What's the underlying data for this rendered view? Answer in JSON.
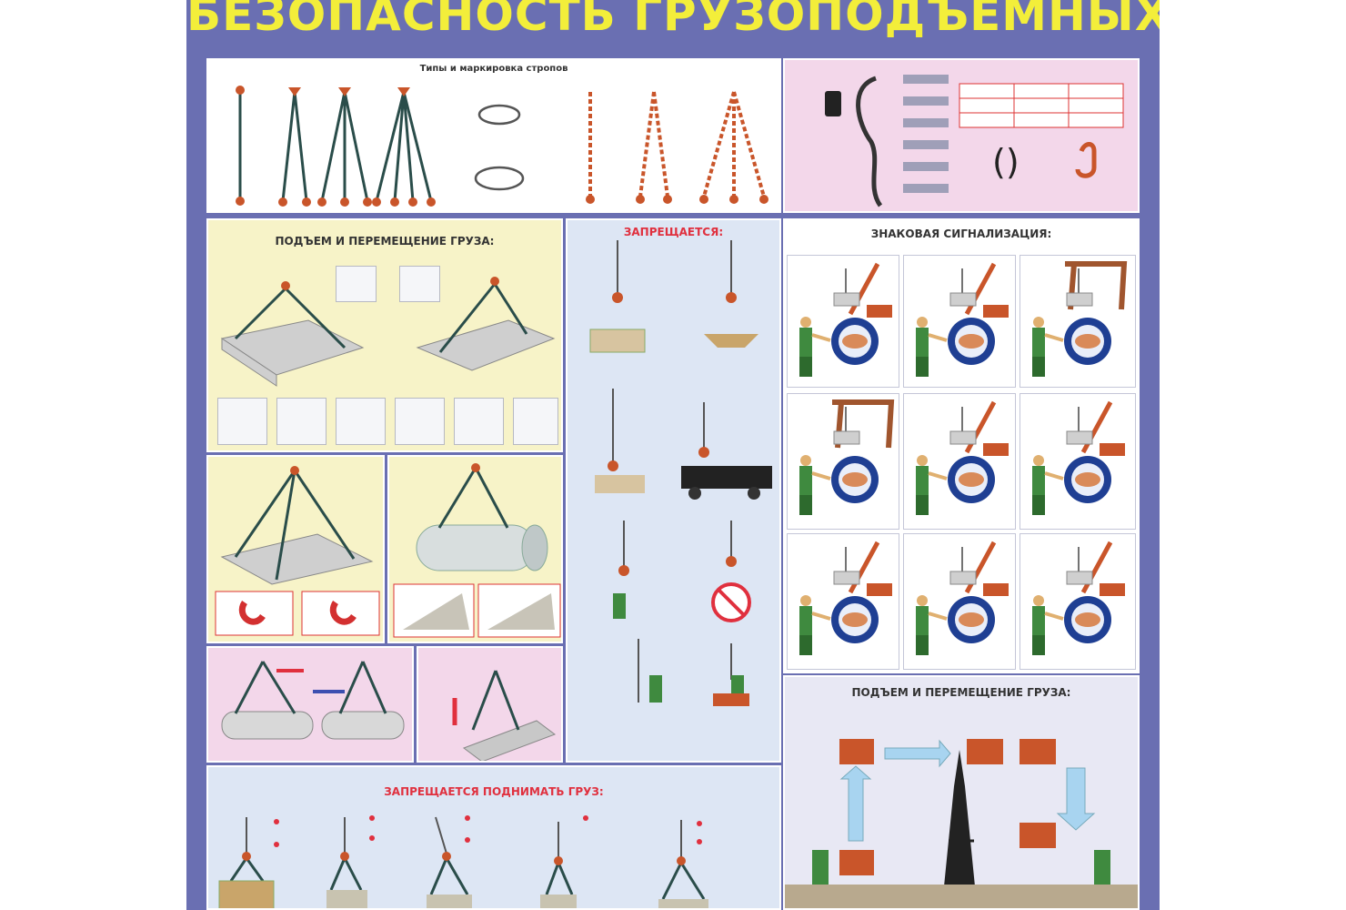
{
  "poster": {
    "title": "БЕЗОПАСНОСТЬ ГРУЗОПОДЪЕМНЫХ РАБОТ",
    "background": "#6a6fb2",
    "title_color": "#f3ee3a"
  },
  "sections": {
    "sling_types": {
      "title": "Типы и маркировка стропов"
    },
    "lifting_top": {
      "title": "ПОДЪЕМ И ПЕРЕМЕЩЕНИЕ ГРУЗА:"
    },
    "prohibited": {
      "title": "ЗАПРЕЩАЕТСЯ:"
    },
    "signals": {
      "title": "ЗНАКОВАЯ СИГНАЛИЗАЦИЯ:"
    },
    "lifting_bottom": {
      "title": "ПОДЪЕМ И ПЕРЕМЕЩЕНИЕ ГРУЗА:"
    },
    "prohibited_lift": {
      "title": "ЗАПРЕЩАЕТСЯ ПОДНИМАТЬ ГРУЗ:"
    }
  },
  "colors": {
    "sling": "#c9552a",
    "rope": "#2a4d4a",
    "accent_red": "#e0303e",
    "text": "#333333"
  },
  "icons": [
    "hook-icon",
    "sling-icon",
    "crane-icon",
    "truck-icon",
    "worker-icon",
    "no-entry-icon",
    "eiffel-tower-icon",
    "arrow-icon"
  ]
}
